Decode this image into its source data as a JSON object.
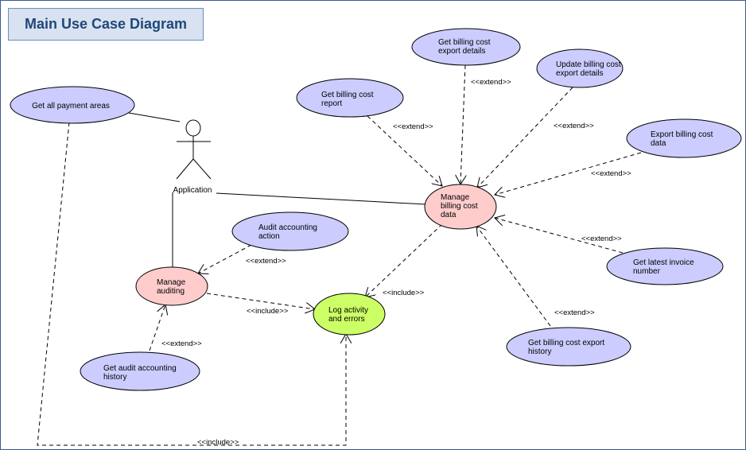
{
  "title": "Main Use Case Diagram",
  "actor": {
    "name": "Application"
  },
  "use_cases": {
    "get_payment_areas": {
      "lines": [
        "Get all payment areas"
      ],
      "fill": "#ccccff"
    },
    "get_billing_export_details": {
      "lines": [
        "Get billing cost",
        "export details"
      ],
      "fill": "#ccccff"
    },
    "update_billing_export_details": {
      "lines": [
        "Update billing cost",
        "export details"
      ],
      "fill": "#ccccff"
    },
    "get_billing_report": {
      "lines": [
        "Get billing cost",
        "report"
      ],
      "fill": "#ccccff"
    },
    "export_billing_data": {
      "lines": [
        "Export billing cost",
        "data"
      ],
      "fill": "#ccccff"
    },
    "manage_billing": {
      "lines": [
        "Manage",
        "billing cost",
        "data"
      ],
      "fill": "#ffcccc"
    },
    "audit_accounting": {
      "lines": [
        "Audit accounting",
        "action"
      ],
      "fill": "#ccccff"
    },
    "latest_invoice": {
      "lines": [
        "Get latest invoice",
        "number"
      ],
      "fill": "#ccccff"
    },
    "manage_auditing": {
      "lines": [
        "Manage",
        "auditing"
      ],
      "fill": "#ffcccc"
    },
    "log_activity": {
      "lines": [
        "Log activity",
        "and errors"
      ],
      "fill": "#ccff66"
    },
    "export_history": {
      "lines": [
        "Get billing cost export",
        "history"
      ],
      "fill": "#ccccff"
    },
    "audit_history": {
      "lines": [
        "Get audit accounting",
        "history"
      ],
      "fill": "#ccccff"
    }
  },
  "relations": {
    "extend_report": "<<extend>>",
    "extend_export_details": "<<extend>>",
    "extend_update": "<<extend>>",
    "extend_export_data": "<<extend>>",
    "extend_invoice": "<<extend>>",
    "extend_history": "<<extend>>",
    "extend_audit_action": "<<extend>>",
    "extend_audit_history": "<<extend>>",
    "include_billing_log": "<<include>>",
    "include_auditing_log": "<<include>>",
    "include_payment_log": "<<include>>"
  },
  "colors": {
    "actor_use_case": "#ccccff",
    "core_use_case": "#ffcccc",
    "shared_use_case": "#ccff66",
    "title_bg": "#d8e2f0",
    "title_text": "#20487a"
  }
}
